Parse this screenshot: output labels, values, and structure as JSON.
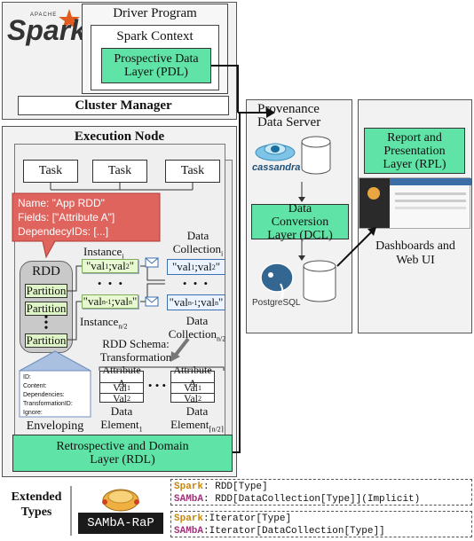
{
  "driver": {
    "logo_small": "APACHE",
    "logo_text": "Spark",
    "title": "Driver Program",
    "context_title": "Spark Context",
    "pdl": "Prospective Data Layer (PDL)",
    "cluster_manager": "Cluster Manager"
  },
  "exec": {
    "title": "Execution Node",
    "task": "Task",
    "callout": {
      "name": "Name: \"App RDD\"",
      "fields": "Fields: [\"Attribute A\"]",
      "deps": "DependecyIDs: [...]"
    },
    "rdd": "RDD",
    "partition": "Partition",
    "instance1": "Instance",
    "instance1_sub": "i",
    "instance2": "Instance",
    "instance2_sub": "n/2",
    "val1": "\"val",
    "val1_a": "1",
    "val1_b": ";val",
    "val1_c": "2",
    "valn_a": "n-1",
    "valn_c": "n",
    "dc1": "Data Collection",
    "dc1_sub": "i",
    "dc2": "Data Collection",
    "dc2_sub": "n/2",
    "schema": "RDD Schema: Transformation",
    "attr": "Attribute A",
    "val": "Val",
    "de": "Data Element",
    "de1_sub": "1",
    "de2_sub": "⌈n/2⌉",
    "env_fields": [
      "ID:",
      "Content:",
      "Dependencies:",
      "TransformationID:",
      "Ignore:"
    ],
    "enveloping": "Enveloping",
    "rdl": "Retrospective and Domain Layer (RDL)"
  },
  "prov": {
    "title": "Provenance Data Server",
    "cassandra": "cassandra",
    "dcl": "Data Conversion Layer (DCL)",
    "postgres_a": "Postgre",
    "postgres_b": "SQL"
  },
  "report": {
    "rpl": "Report and Presentation Layer (RPL)",
    "dash": "Dashboards and Web UI"
  },
  "bottom": {
    "ext_line1": "Extended",
    "ext_line2": "Types",
    "samba": "SAMbA-RaP",
    "rows": [
      {
        "key": "Spark",
        "sep": ": ",
        "val": "RDD[Type]"
      },
      {
        "key": "SAMbA",
        "sep": ": ",
        "val": "RDD[DataCollection[Type]](Implicit)"
      },
      {
        "key": "Spark",
        "sep": ":",
        "val": "Iterator[Type]"
      },
      {
        "key": "SAMbA",
        "sep": ":",
        "val": "Iterator[DataCollection[Type]]"
      }
    ]
  },
  "colors": {
    "green": "#5fe3a6",
    "callout": "#e0645e",
    "spark_key": "#c8860a",
    "samba_key": "#a0307a",
    "envelope": "#a9c0e0"
  }
}
